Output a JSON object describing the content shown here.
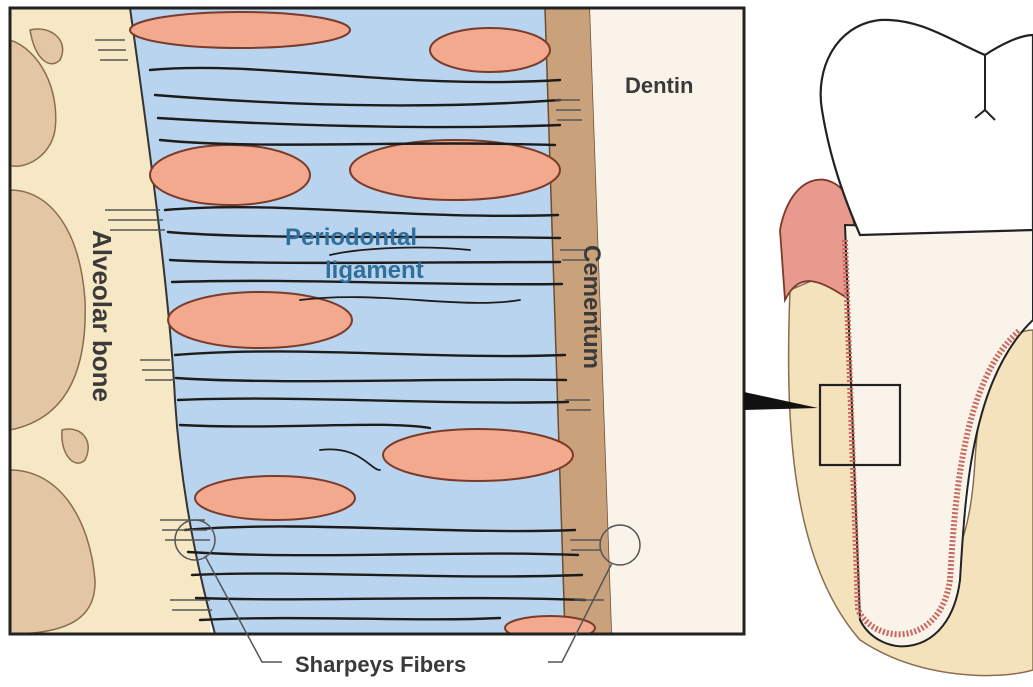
{
  "labels": {
    "dentin": "Dentin",
    "periodontal_line1": "Periodontal",
    "periodontal_line2": "ligament",
    "alveolar_bone": "Alveolar bone",
    "cementum": "Cementum",
    "sharpeys_fibers": "Sharpeys Fibers"
  },
  "colors": {
    "bone": "#f6e8c4",
    "bone_marrow": "#e3c7a4",
    "ligament": "#b9d4ee",
    "vessel": "#f2a98e",
    "cementum": "#c9a27b",
    "dentin": "#faf3ea",
    "gum": "#e99a8f",
    "outline": "#222222"
  }
}
